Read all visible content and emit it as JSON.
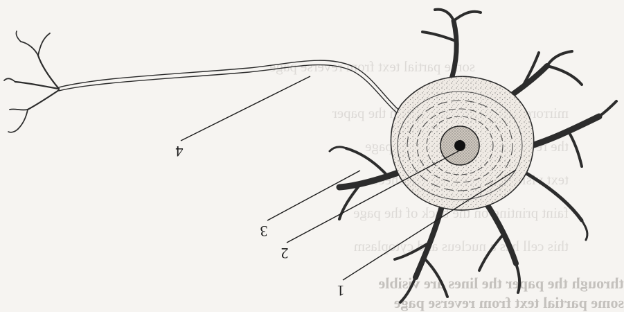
{
  "labels": [
    {
      "id": "1",
      "text": "1"
    },
    {
      "id": "2",
      "text": "2"
    },
    {
      "id": "3",
      "text": "3"
    },
    {
      "id": "4",
      "text": "4"
    }
  ],
  "bleed_lines": [
    "some partial text from reverse page",
    "mirrored text bleeding through the paper",
    "the reverse side of the printed page",
    "text visible through the thin sheet",
    "faint printing on the back of the page",
    "this cell has a nucleus and cytoplasm",
    "through the paper the lines are visible"
  ]
}
